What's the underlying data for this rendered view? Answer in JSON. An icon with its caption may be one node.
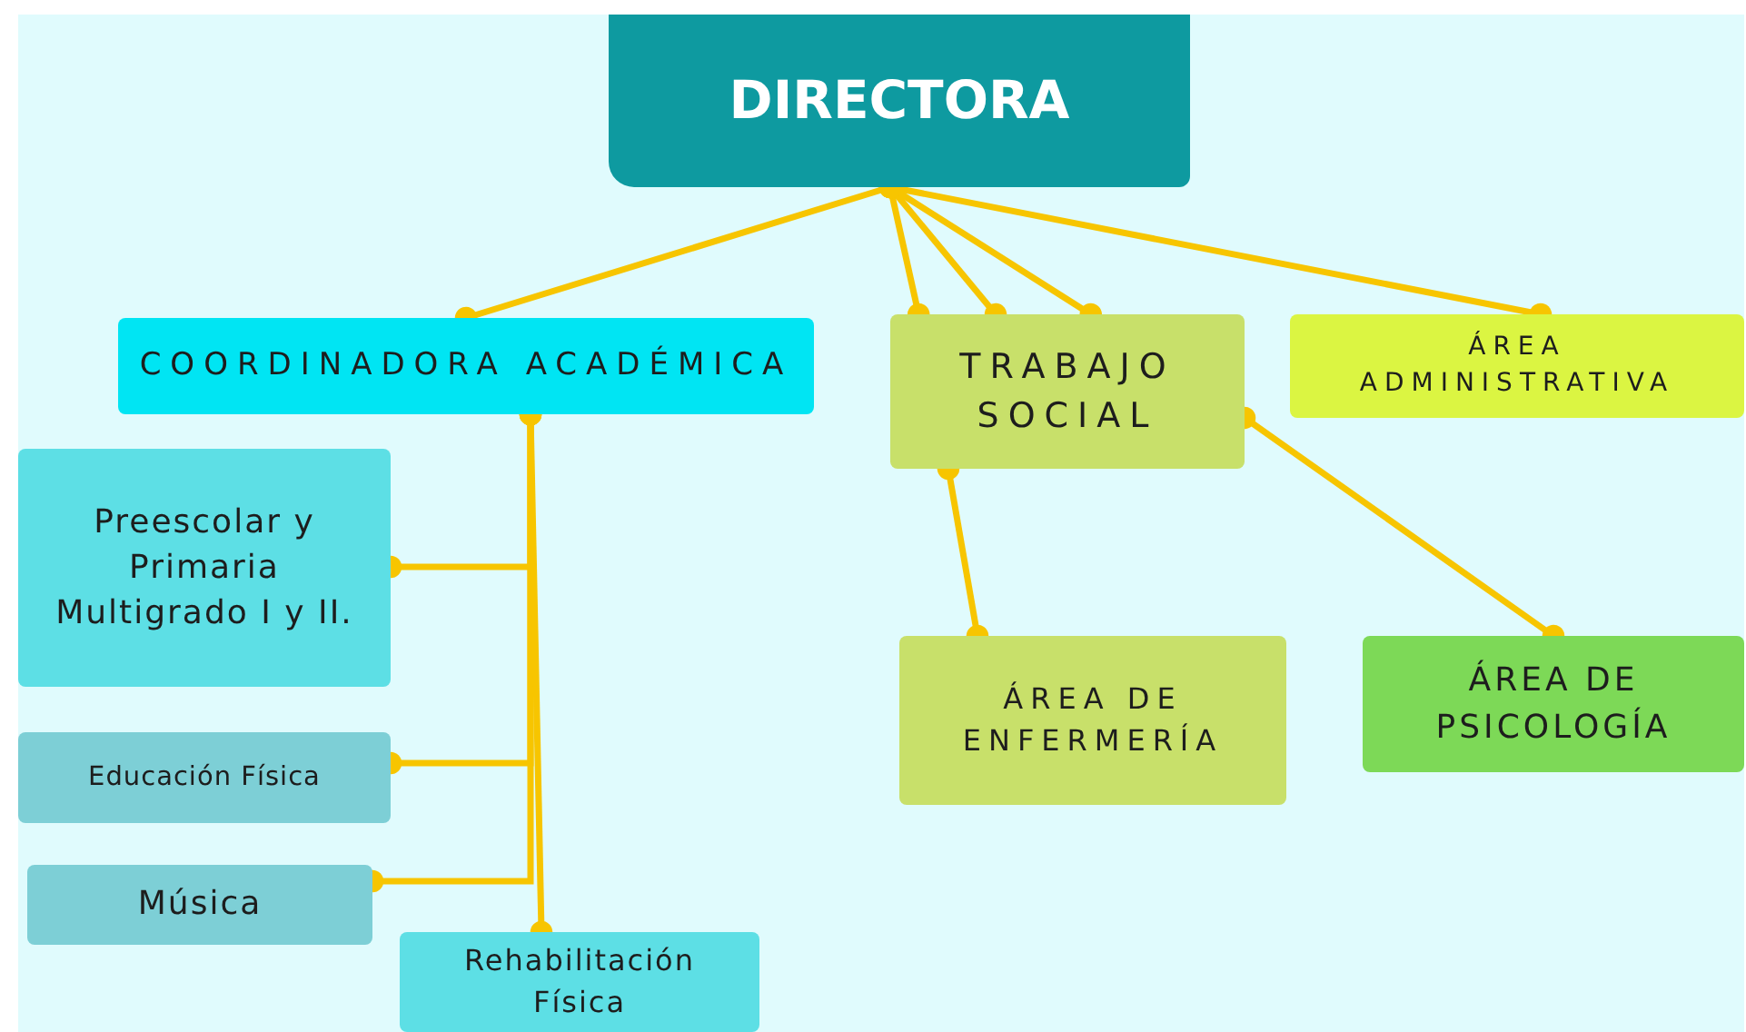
{
  "diagram": {
    "nodes": [
      {
        "text": [
          "DIRECTORA"
        ]
      },
      {
        "text": [
          "COORDINADORA ACADÉMICA"
        ]
      },
      {
        "text": [
          "TRABAJO SOCIAL"
        ]
      },
      {
        "text": [
          "ÁREA ADMINISTRATIVA"
        ]
      },
      {
        "text": [
          "Preescolar y Primaria Multigrado I y II."
        ]
      },
      {
        "text": [
          "Educación Física"
        ]
      },
      {
        "text": [
          "Música"
        ]
      },
      {
        "text": [
          "Rehabilitación Física"
        ]
      },
      {
        "text": [
          "ÁREA DE ENFERMERÍA"
        ]
      },
      {
        "text": [
          "ÁREA DE PSICOLOGÍA"
        ]
      }
    ],
    "edges": [
      {
        "from": 0,
        "to": 1,
        "arrow": "other"
      },
      {
        "from": 0,
        "to": 2,
        "arrow": "other"
      },
      {
        "from": 0,
        "to": 2,
        "arrow": "other"
      },
      {
        "from": 0,
        "to": 2,
        "arrow": "other"
      },
      {
        "from": 0,
        "to": 3,
        "arrow": "other"
      },
      {
        "from": 2,
        "to": 8,
        "arrow": "other"
      },
      {
        "from": 2,
        "to": 9,
        "arrow": "other"
      },
      {
        "from": 1,
        "to": 4,
        "arrow": "other"
      },
      {
        "from": 1,
        "to": 5,
        "arrow": "other"
      },
      {
        "from": 1,
        "to": 6,
        "arrow": "other"
      },
      {
        "from": 1,
        "to": 7,
        "arrow": "other"
      }
    ]
  }
}
